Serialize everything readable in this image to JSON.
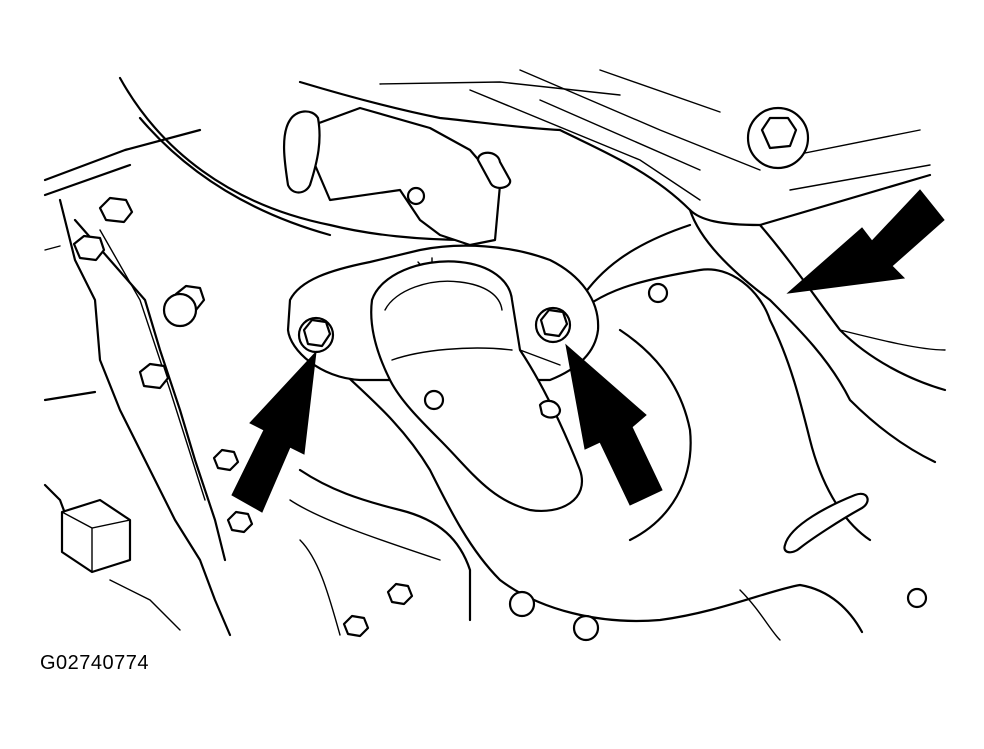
{
  "figure": {
    "id_label": "G02740774",
    "ink_color": "#000000",
    "paper_color": "#ffffff",
    "callout_arrows": [
      "left-flange-nut",
      "right-flange-nut",
      "heat-shield-edge"
    ]
  }
}
